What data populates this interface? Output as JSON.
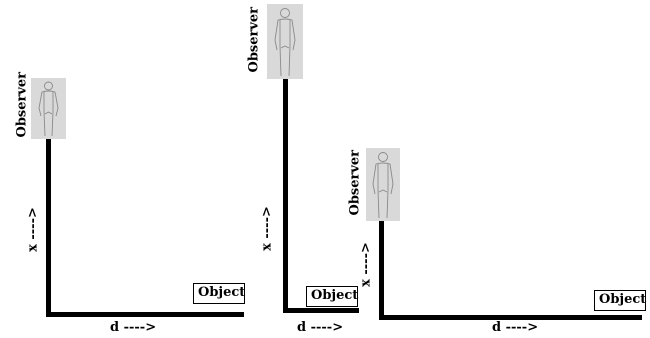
{
  "panels": [
    {
      "observer_label": "Observer",
      "object_label": "Object",
      "vertical_label": "x ---->",
      "horizontal_label": "d ---->"
    },
    {
      "observer_label": "Observer",
      "object_label": "Object",
      "vertical_label": "x ---->",
      "horizontal_label": "d ---->"
    },
    {
      "observer_label": "Observer",
      "object_label": "Object",
      "vertical_label": "x ---->",
      "horizontal_label": "d ---->"
    }
  ],
  "colors": {
    "line": "#000000",
    "figure_bg": "#d9d9d9",
    "figure_outline": "#8a8a8a"
  },
  "icons": {
    "observer": "human-figure-icon"
  }
}
